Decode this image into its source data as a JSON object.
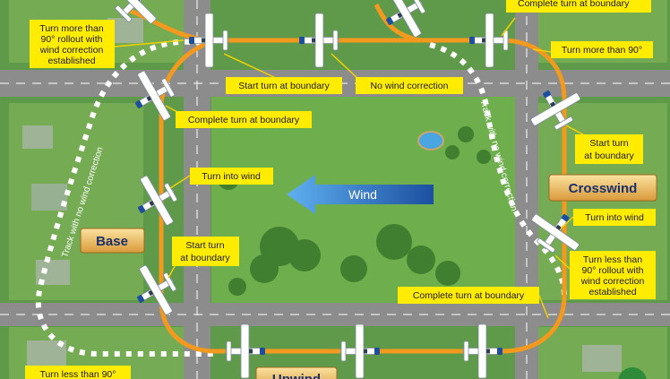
{
  "callouts": {
    "top_complete_turn": "Complete turn at boundary",
    "turn_more_90_rollout": [
      "Turn more than",
      "90° rollout with",
      "wind correction",
      "established"
    ],
    "turn_more_90": "Turn more than 90°",
    "start_turn_boundary_top": "Start turn at boundary",
    "no_wind_correction": "No wind correction",
    "complete_turn_boundary_left": "Complete turn at boundary",
    "start_turn_right": [
      "Start turn",
      "at boundary"
    ],
    "turn_into_wind_left": "Turn into wind",
    "turn_into_wind_right": "Turn into wind",
    "start_turn_left": [
      "Start turn",
      "at boundary"
    ],
    "turn_less_90_rollout": [
      "Turn less than",
      "90° rollout with",
      "wind correction",
      "established"
    ],
    "complete_turn_bottom": "Complete turn at boundary",
    "turn_less_90_bottom": "Turn less than 90°"
  },
  "legs": {
    "base": "Base",
    "crosswind": "Crosswind",
    "upwind": "Upwind"
  },
  "wind_label": "Wind",
  "track_labels": {
    "left": "Track with no wind correction",
    "right": "Track with no wind correction"
  },
  "colors": {
    "grass": "#6aa84f",
    "road": "#8a8a8a",
    "track": "#f39a1e",
    "callout": "#ffec00",
    "wind_arrow": "#1f6fc0",
    "leg_badge": "#f0c468",
    "aircraft": "#ffffff",
    "aircraft_accent": "#1d4f9c"
  }
}
